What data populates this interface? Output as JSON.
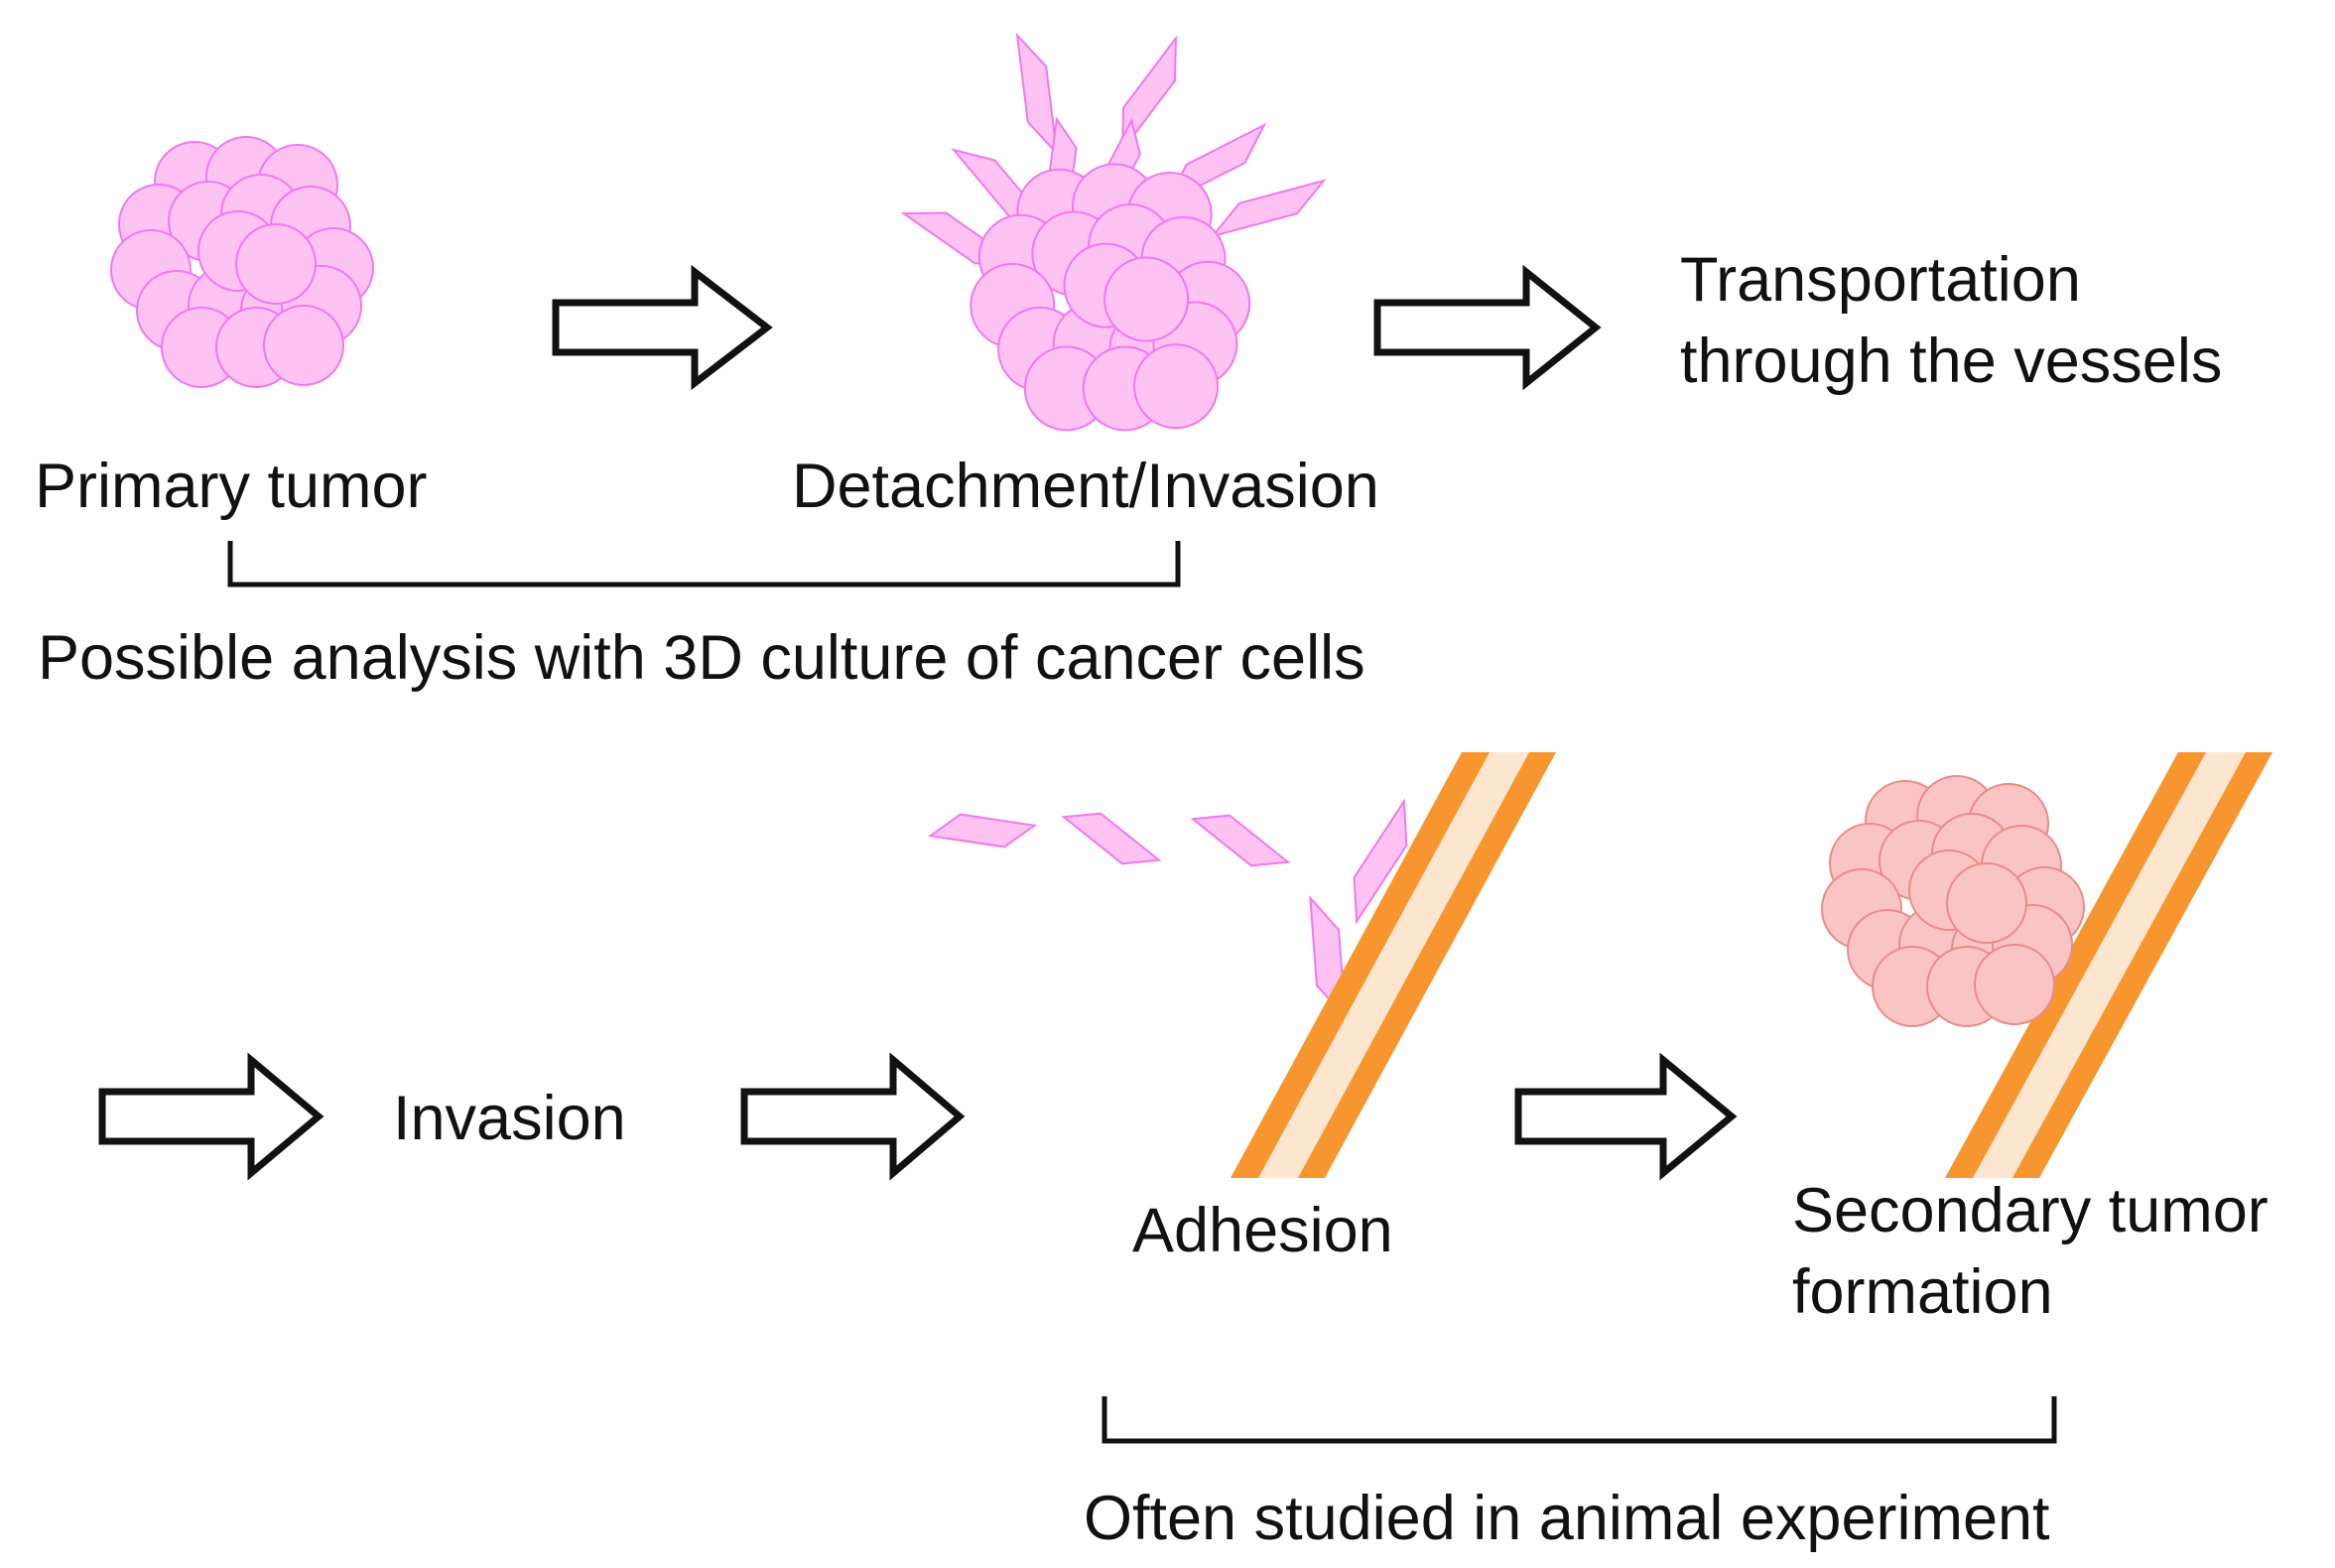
{
  "labels": {
    "primary_tumor": "Primary tumor",
    "detachment_invasion": "Detachment/Invasion",
    "transportation_line1": "Transportation",
    "transportation_line2": "through the vessels",
    "possible_analysis": "Possible analysis with 3D culture of cancer cells",
    "invasion": "Invasion",
    "adhesion": "Adhesion",
    "secondary_line1": "Secondary tumor",
    "secondary_line2": "formation",
    "animal_experiment": "Often studied in animal experiment"
  },
  "colors": {
    "tumor_fill": "#ffc3f3",
    "tumor_stroke": "#f278ea",
    "secondary_fill": "#fbc4c4",
    "secondary_stroke": "#e88c8c",
    "vessel_orange": "#f7962f",
    "vessel_inner": "#fde6d0",
    "arrow_stroke": "#111111",
    "bracket_stroke": "#111111"
  },
  "icons": {
    "arrows": "block-right-arrow",
    "tumors": "cell-cluster",
    "cells": "rhombus-cell",
    "vessels": "vessel-wall"
  }
}
